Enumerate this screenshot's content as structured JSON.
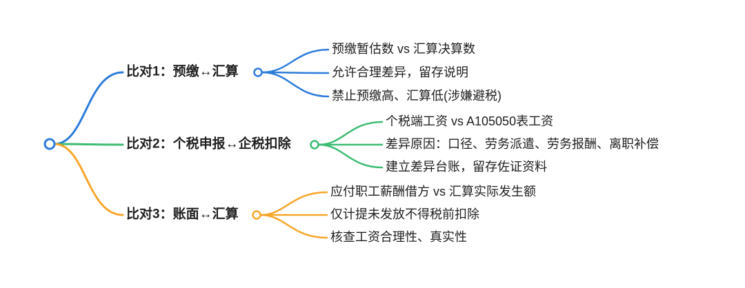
{
  "root": {
    "color": "#2b7bdb"
  },
  "branches": [
    {
      "label": "比对1：预缴↔汇算",
      "color": "#2b7bdb",
      "leaves": [
        "预缴暂估数 vs 汇算决算数",
        "允许合理差异，留存说明",
        "禁止预缴高、汇算低(涉嫌避税)"
      ]
    },
    {
      "label": "比对2：个税申报↔企税扣除",
      "color": "#3dbb72",
      "leaves": [
        "个税端工资 vs A105050表工资",
        "差异原因：口径、劳务派遣、劳务报酬、离职补偿",
        "建立差异台账，留存佐证资料"
      ]
    },
    {
      "label": "比对3：账面↔汇算",
      "color": "#f7a62a",
      "leaves": [
        "应付职工薪酬借方 vs 汇算实际发生额",
        "仅计提未发放不得税前扣除",
        "核查工资合理性、真实性"
      ]
    }
  ]
}
